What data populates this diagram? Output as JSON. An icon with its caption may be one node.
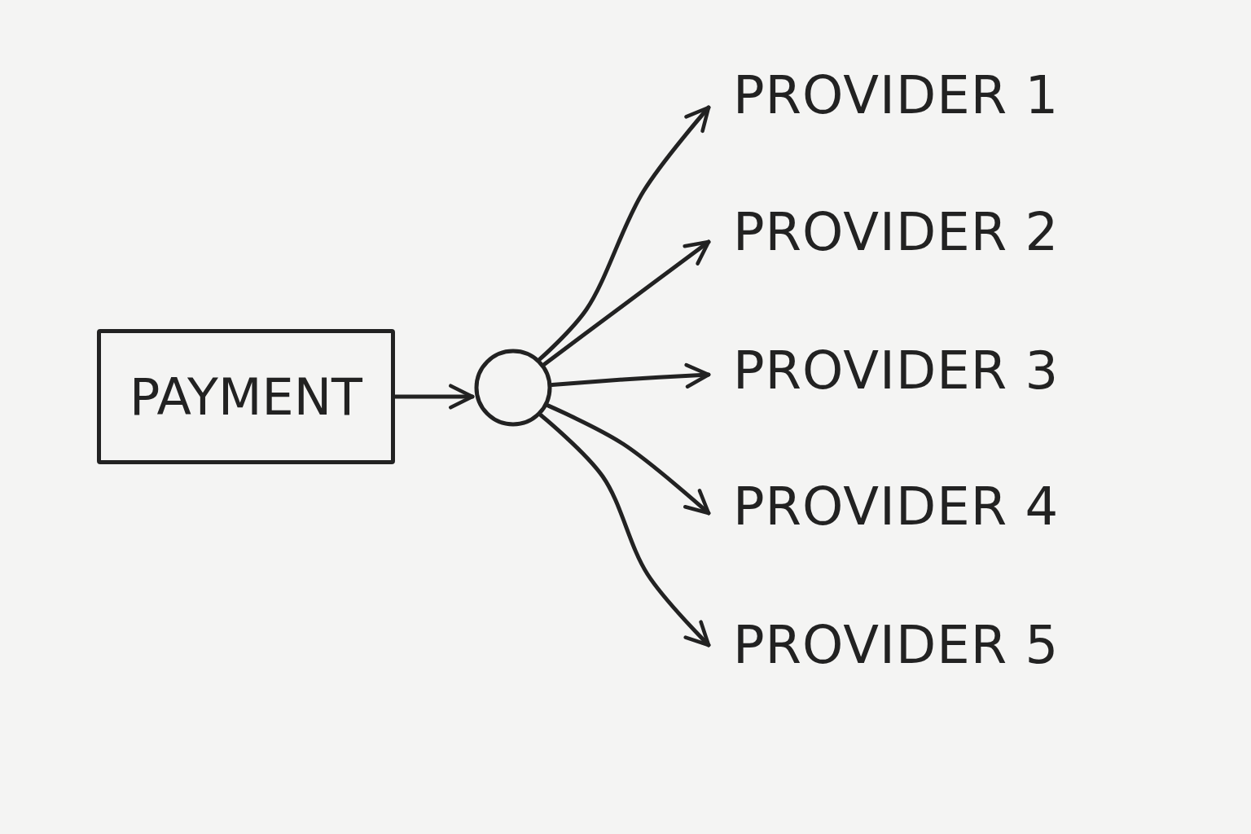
{
  "diagram": {
    "nodes": [
      {
        "text": [
          "PAYMENT"
        ]
      },
      {
        "text": [],
        "shape": "circle"
      },
      {
        "text": [
          "PROVIDER 1"
        ]
      },
      {
        "text": [
          "PROVIDER 2"
        ]
      },
      {
        "text": [
          "PROVIDER 3"
        ]
      },
      {
        "text": [
          "PROVIDER 4"
        ]
      },
      {
        "text": [
          "PROVIDER 5"
        ]
      }
    ],
    "edges": [
      {
        "from": 0,
        "to": 1,
        "arrow": "to"
      },
      {
        "from": 1,
        "to": 2,
        "arrow": "to"
      },
      {
        "from": 1,
        "to": 3,
        "arrow": "to"
      },
      {
        "from": 1,
        "to": 4,
        "arrow": "to"
      },
      {
        "from": 1,
        "to": 5,
        "arrow": "to"
      },
      {
        "from": 1,
        "to": 6,
        "arrow": "to"
      }
    ]
  }
}
